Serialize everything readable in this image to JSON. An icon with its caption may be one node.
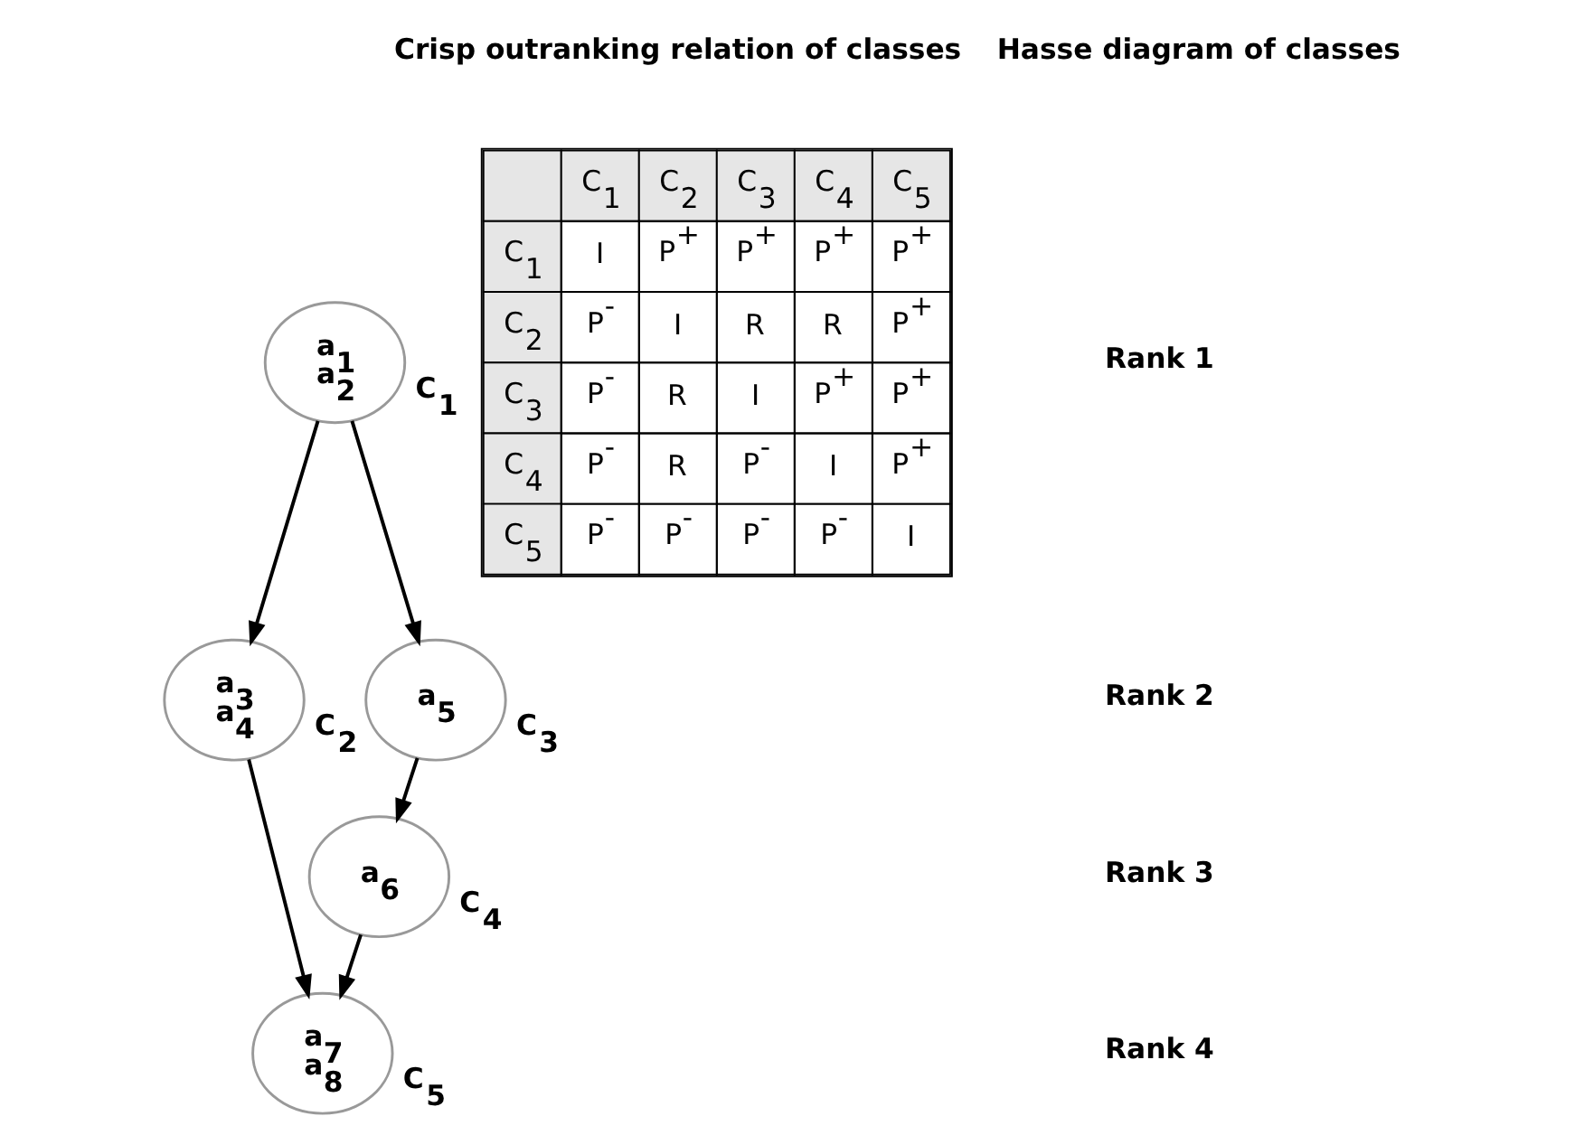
{
  "diagram": {
    "nodes": [
      {
        "text": [
          "a$_{1}$",
          "a$_{2}$"
        ],
        "beside": [
          "C$_{1}$"
        ]
      },
      {
        "text": [
          "a$_{3}$",
          "a$_{4}$"
        ],
        "beside": [
          "C$_{2}$"
        ]
      },
      {
        "text": [
          "a$_{5}$"
        ],
        "beside": [
          "C$_{3}$"
        ]
      },
      {
        "text": [
          "a$_{6}$"
        ],
        "beside": [
          "C$_{4}$"
        ]
      },
      {
        "text": [
          "a$_{7}$",
          "a$_{8}$"
        ],
        "beside": [
          "C$_{5}$"
        ]
      }
    ],
    "edges": [
      {
        "from": 0,
        "to": 1,
        "arrow": "to"
      },
      {
        "from": 0,
        "to": 2,
        "arrow": "to"
      },
      {
        "from": 1,
        "to": 4,
        "arrow": "to"
      },
      {
        "from": 2,
        "to": 3,
        "arrow": "to"
      },
      {
        "from": 3,
        "to": 4,
        "arrow": "to"
      }
    ],
    "labels": [
      "Crisp outranking relation of classes",
      "Hasse diagram of classes",
      "C$_{1}$",
      "C$_{2}$",
      "C$_{3}$",
      "C$_{4}$",
      "C$_{5}$",
      "C$_{1}$",
      "I",
      "P$^{+}$",
      "P$^{+}$",
      "P$^{+}$",
      "P$^{+}$",
      "C$_{2}$",
      "P$^{-}$",
      "I",
      "R",
      "R",
      "P$^{+}$",
      "C$_{3}$",
      "P$^{-}$",
      "R",
      "I",
      "P$^{+}$",
      "P$^{+}$",
      "C$_{4}$",
      "P$^{-}$",
      "R",
      "P$^{-}$",
      "I",
      "P$^{+}$",
      "C$_{5}$",
      "P$^{-}$",
      "P$^{-}$",
      "P$^{-}$",
      "P$^{-}$",
      "I",
      "Rank 1",
      "Rank 2",
      "Rank 3",
      "Rank 4"
    ]
  }
}
